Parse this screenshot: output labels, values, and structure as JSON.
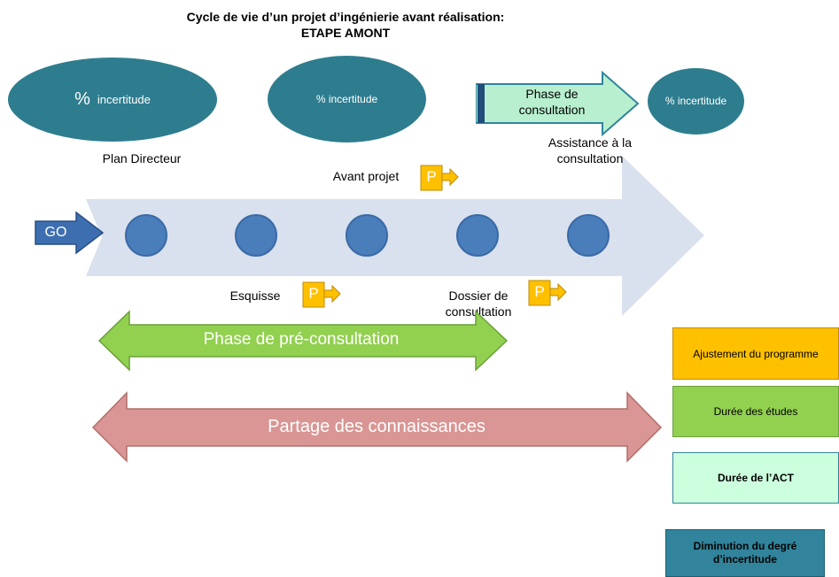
{
  "title": {
    "line1": "Cycle de vie  d’un projet d’ingénierie avant  réalisation:",
    "line2": "ETAPE AMONT"
  },
  "ellipses": [
    {
      "percent": "%",
      "text": "incertitude"
    },
    {
      "text": "% incertitude"
    },
    {
      "text": "% incertitude"
    }
  ],
  "consultation_arrow": {
    "label": "Phase de consultation"
  },
  "go_arrow": {
    "label": "GO"
  },
  "milestones": {
    "plan_directeur": "Plan Directeur",
    "avant_projet": "Avant projet",
    "assistance": "Assistance à la consultation",
    "esquisse": "Esquisse",
    "dossier": "Dossier de consultation"
  },
  "p_marker": "P",
  "pre_consultation": {
    "label": "Phase de pré-consultation"
  },
  "partage": {
    "label": "Partage des connaissances"
  },
  "legend": [
    {
      "label": "Ajustement du programme",
      "color": "#ffc000"
    },
    {
      "label": "Durée  des études",
      "color": "#92d050"
    },
    {
      "label": "Durée de l’ACT",
      "color": "#ccffdd"
    },
    {
      "label": "Diminution du degré d’incertitude",
      "color": "#31849b"
    }
  ],
  "colors": {
    "ellipse": "#2e7d8f",
    "main_arrow": "#d9e0ee",
    "node": "#4a7ebb",
    "go": "#3d6fb0",
    "pre_consultation": "#92d050",
    "partage": "#d99694",
    "p_marker": "#ffc000"
  }
}
